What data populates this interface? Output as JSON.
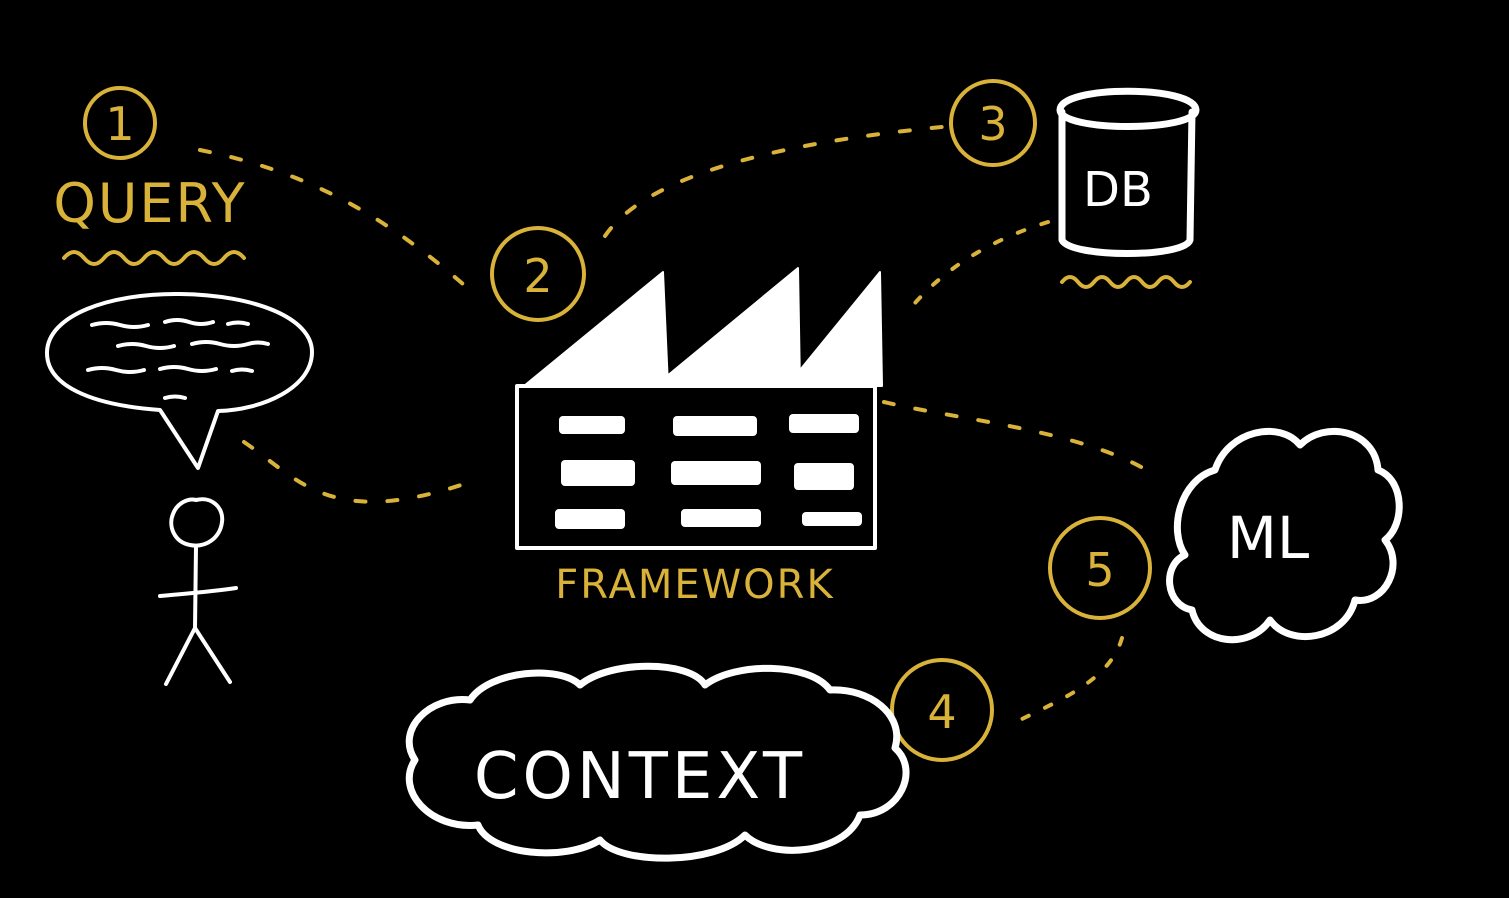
{
  "labels": {
    "query": "QUERY",
    "framework": "FRAMEWORK",
    "db": "DB",
    "ml": "ML",
    "context": "CONTEXT"
  },
  "steps": [
    "1",
    "2",
    "3",
    "4",
    "5"
  ],
  "colors": {
    "background": "#000000",
    "accent": "#D9B23A",
    "foreground": "#FFFFFF"
  }
}
